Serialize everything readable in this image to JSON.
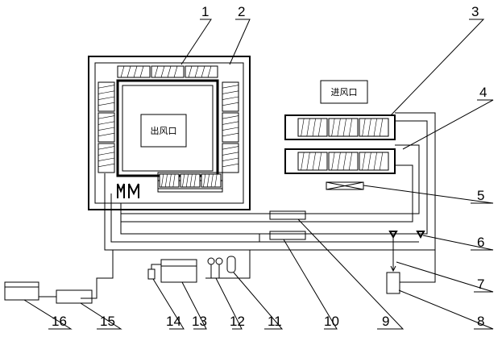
{
  "labels": {
    "outlet": "出风口",
    "inlet": "进风口"
  },
  "callouts": {
    "c1": "1",
    "c2": "2",
    "c3": "3",
    "c4": "4",
    "c5": "5",
    "c6": "6",
    "c7": "7",
    "c8": "8",
    "c9": "9",
    "c10": "10",
    "c11": "11",
    "c12": "12",
    "c13": "13",
    "c14": "14",
    "c15": "15",
    "c16": "16"
  }
}
